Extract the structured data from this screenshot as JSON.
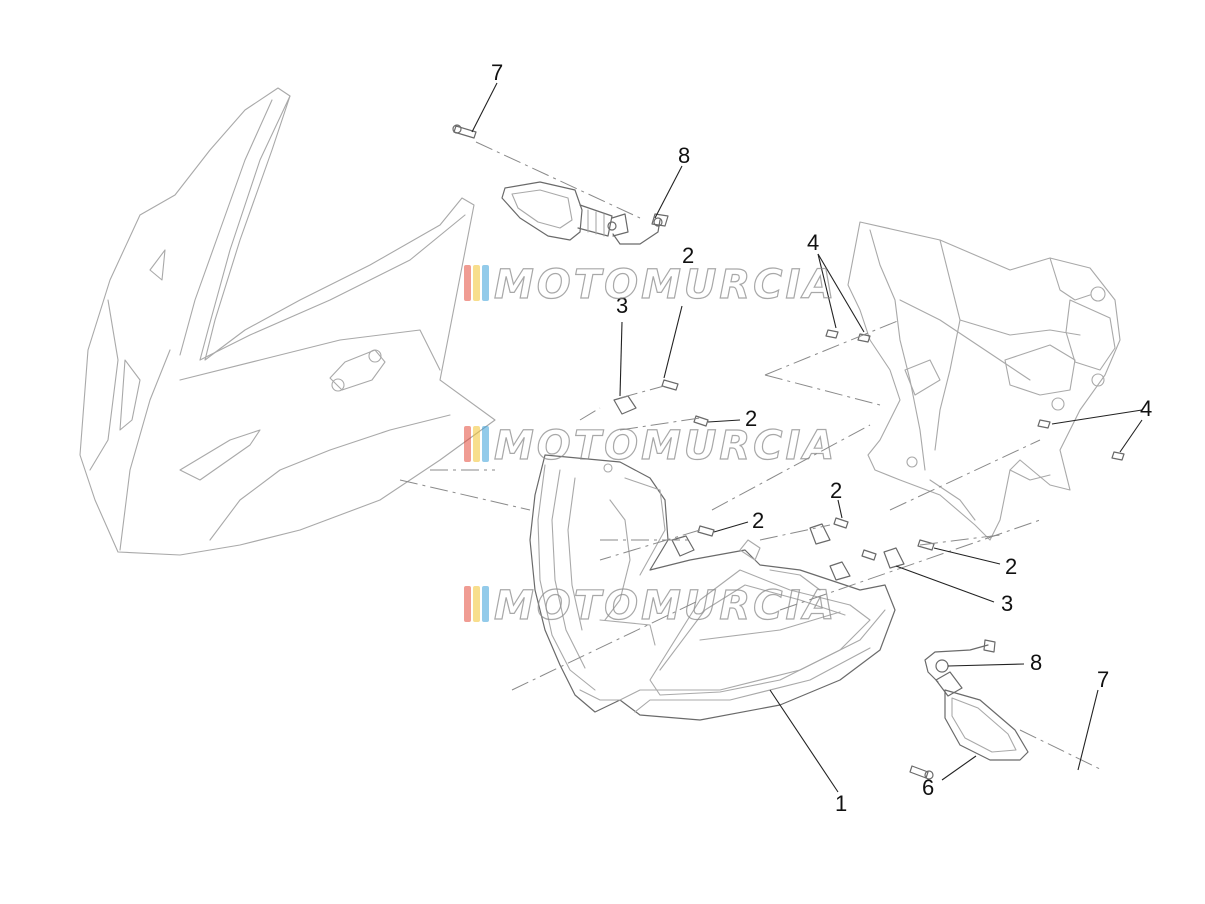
{
  "diagram": {
    "callouts": [
      {
        "id": "c7a",
        "label": "7"
      },
      {
        "id": "c8a",
        "label": "8"
      },
      {
        "id": "c2a",
        "label": "2"
      },
      {
        "id": "c3a",
        "label": "3"
      },
      {
        "id": "c4a",
        "label": "4"
      },
      {
        "id": "c2b",
        "label": "2"
      },
      {
        "id": "c4b",
        "label": "4"
      },
      {
        "id": "c2c",
        "label": "2"
      },
      {
        "id": "c2d",
        "label": "2"
      },
      {
        "id": "c2e",
        "label": "2"
      },
      {
        "id": "c3b",
        "label": "3"
      },
      {
        "id": "c8b",
        "label": "8"
      },
      {
        "id": "c7b",
        "label": "7"
      },
      {
        "id": "c6",
        "label": "6"
      },
      {
        "id": "c1",
        "label": "1"
      }
    ]
  },
  "watermark": {
    "text": "MOTOMURCIA",
    "stripe_colors": [
      "#e34a3a",
      "#f2c230",
      "#3aa0d8"
    ]
  }
}
